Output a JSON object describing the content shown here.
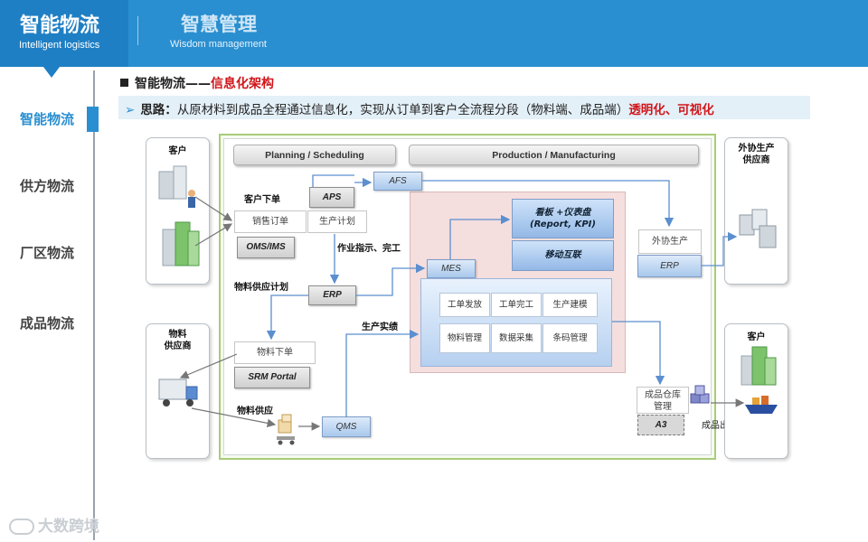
{
  "header": {
    "brand_zh": "智能物流",
    "brand_en": "Intelligent logistics",
    "section_zh": "智慧管理",
    "section_en": "Wisdom management"
  },
  "nav": {
    "items": [
      {
        "label": "智能物流",
        "active": true
      },
      {
        "label": "供方物流",
        "active": false
      },
      {
        "label": "厂区物流",
        "active": false
      },
      {
        "label": "成品物流",
        "active": false
      }
    ]
  },
  "watermark": "大数跨境",
  "title": {
    "prefix": "智能物流——",
    "highlight": "信息化架构"
  },
  "thinking": {
    "arrow": "➢",
    "lead": "思路：",
    "text": "从原材料到成品全程通过信息化，实现从订单到客户全流程分段（物料端、成品端）",
    "highlight": "透明化、可视化"
  },
  "diagram": {
    "planning_header": "Planning / Scheduling",
    "production_header": "Production / Manufacturing",
    "customer_card_title": "客户",
    "supplier_card_title": "物料\n供应商",
    "outsourcing_card_title": "外协生产\n供应商",
    "customer_right_title": "客户",
    "customer_order_label": "客户下单",
    "sales_order": "销售订单",
    "production_plan": "生产计划",
    "aps": "APS",
    "afs": "AFS",
    "oms": "OMS/IMS",
    "work_instruction_label": "作业指示、完工",
    "material_plan_label": "物料供应计划",
    "erp": "ERP",
    "mes": "MES",
    "production_result_label": "生产实绩",
    "material_order": "物料下单",
    "srm": "SRM Portal",
    "material_supply_label": "物料供应",
    "qms": "QMS",
    "kanban_line1": "看板 +仪表盘",
    "kanban_line2": "(Report, KPI)",
    "mobile": "移动互联",
    "modules": [
      "工单发放",
      "工单完工",
      "生产建模",
      "物料管理",
      "数据采集",
      "条码管理"
    ],
    "outsource_production": "外协生产",
    "erp_right": "ERP",
    "warehouse": "成品仓库\n管理",
    "a3": "A3",
    "shipment_label": "成品出货"
  }
}
